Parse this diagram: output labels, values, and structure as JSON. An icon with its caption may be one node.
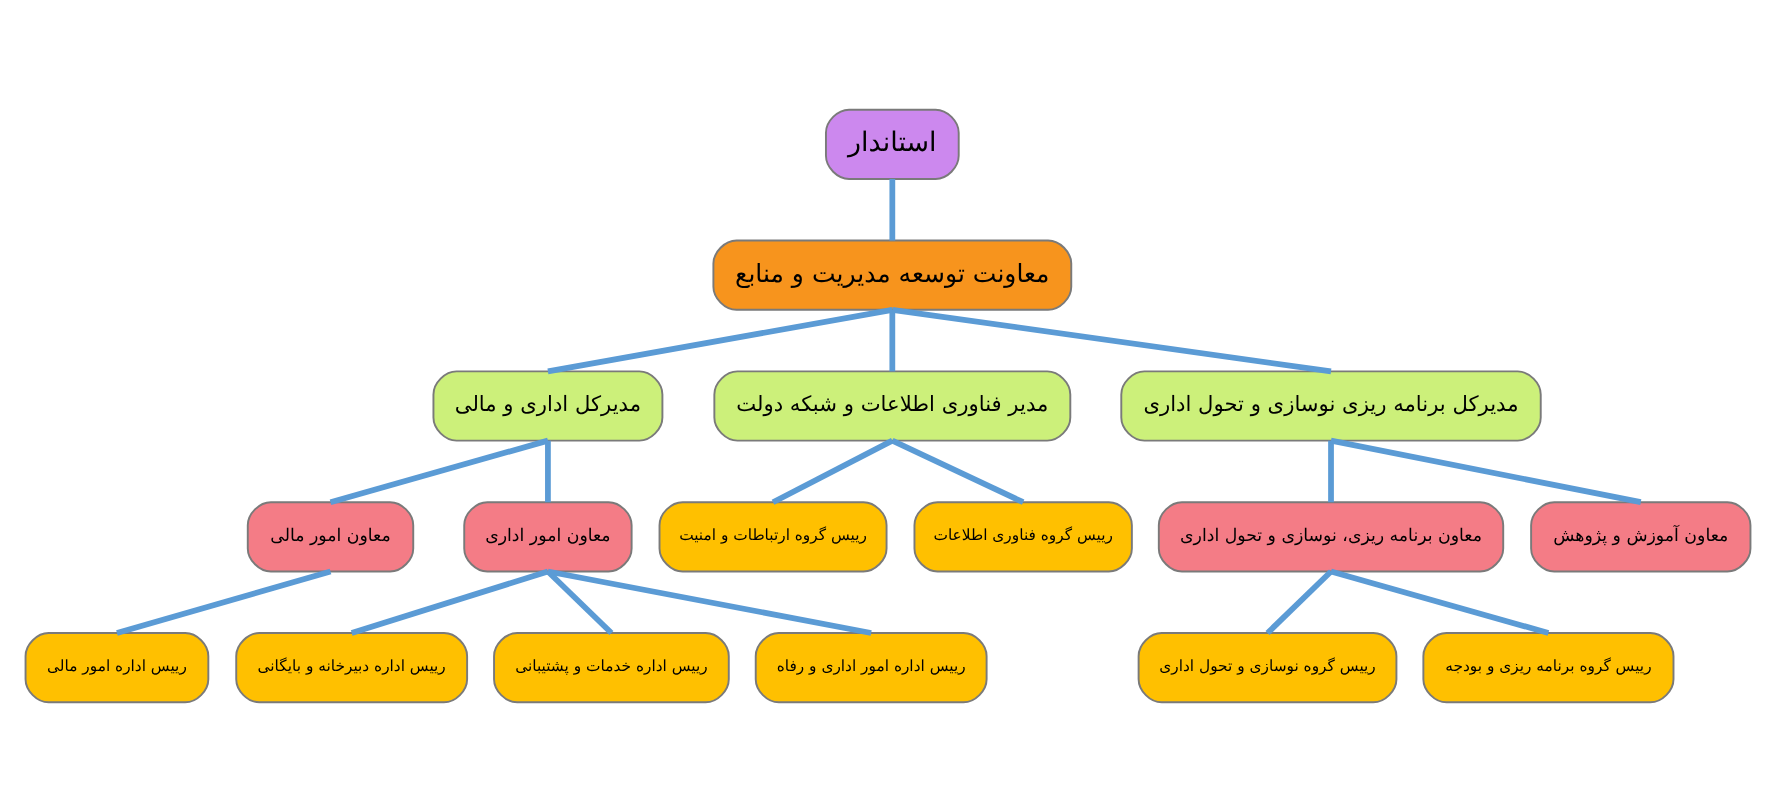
{
  "diagram": {
    "nodes": [
      {
        "text": [
          "استاندار"
        ]
      },
      {
        "text": [
          "معاونت توسعه مدیریت و منابع"
        ]
      },
      {
        "text": [
          "مدیرکل اداری و مالی"
        ]
      },
      {
        "text": [
          "مدیر فناوری اطلاعات و شبکه دولت"
        ]
      },
      {
        "text": [
          "مدیرکل برنامه ریزی نوسازی و تحول اداری"
        ]
      },
      {
        "text": [
          "معاون امور مالی"
        ]
      },
      {
        "text": [
          "معاون امور اداری"
        ]
      },
      {
        "text": [
          "معاون برنامه ریزی، نوسازی و تحول اداری"
        ]
      },
      {
        "text": [
          "معاون آموزش و پژوهش"
        ]
      },
      {
        "text": [
          "رییس اداره امور مالی"
        ]
      },
      {
        "text": [
          "رییس اداره دبیرخانه و بایگانی"
        ]
      },
      {
        "text": [
          "رییس اداره خدمات و پشتیبانی"
        ]
      },
      {
        "text": [
          "رییس اداره امور اداری و رفاه"
        ]
      },
      {
        "text": [
          "رییس گروه ارتباطات و امنیت"
        ]
      },
      {
        "text": [
          "رییس گروه فناوری اطلاعات"
        ]
      },
      {
        "text": [
          "رییس گروه نوسازی و تحول اداری"
        ]
      },
      {
        "text": [
          "رییس گروه برنامه ریزی و بودجه"
        ]
      }
    ],
    "edges": [
      {
        "from": 0,
        "to": 1,
        "arrow": "none"
      },
      {
        "from": 1,
        "to": 2,
        "arrow": "none"
      },
      {
        "from": 1,
        "to": 3,
        "arrow": "none"
      },
      {
        "from": 1,
        "to": 4,
        "arrow": "none"
      },
      {
        "from": 2,
        "to": 5,
        "arrow": "none"
      },
      {
        "from": 2,
        "to": 6,
        "arrow": "none"
      },
      {
        "from": 4,
        "to": 7,
        "arrow": "none"
      },
      {
        "from": 4,
        "to": 8,
        "arrow": "none"
      },
      {
        "from": 5,
        "to": 9,
        "arrow": "none"
      },
      {
        "from": 6,
        "to": 10,
        "arrow": "none"
      },
      {
        "from": 6,
        "to": 11,
        "arrow": "none"
      },
      {
        "from": 6,
        "to": 12,
        "arrow": "none"
      },
      {
        "from": 3,
        "to": 13,
        "arrow": "none"
      },
      {
        "from": 3,
        "to": 14,
        "arrow": "none"
      },
      {
        "from": 7,
        "to": 15,
        "arrow": "none"
      },
      {
        "from": 7,
        "to": 16,
        "arrow": "none"
      }
    ]
  }
}
